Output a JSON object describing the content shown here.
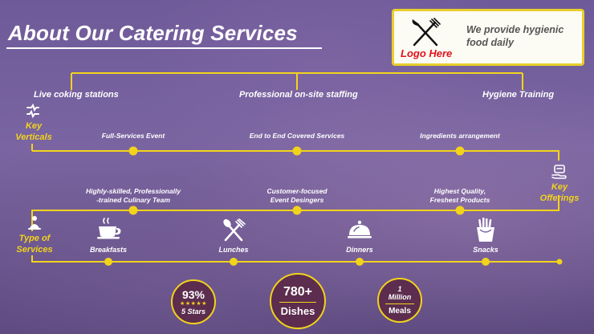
{
  "title": "About Our Catering Services",
  "logo": {
    "text": "Logo Here",
    "tagline": "We provide hygienic food daily",
    "icon": "fork-knife-icon"
  },
  "colors": {
    "accent": "#f2d31b",
    "logo_text": "#e0131c",
    "badge_fill": "#5c2d4e",
    "background": "#6f5a99"
  },
  "top_branches": [
    "Live coking stations",
    "Professional on-site staffing",
    "Hygiene Training"
  ],
  "key_verticals": {
    "label_line1": "Key",
    "label_line2": "Verticals",
    "icon": "sliders-icon"
  },
  "verticals": [
    "Full-Services Event",
    "End to End Covered Services",
    "Ingredients arrangement"
  ],
  "key_offerings": {
    "label_line1": "Key",
    "label_line2": "Offerings",
    "icon": "serving-hand-icon"
  },
  "offerings": [
    {
      "line1": "Highly-skilled, Professionally",
      "line2": "-trained Culinary Team"
    },
    {
      "line1": "Customer-focused",
      "line2": "Event Desingers"
    },
    {
      "line1": "Highest Quality,",
      "line2": "Freshest Products"
    }
  ],
  "type_of_services": {
    "label_line1": "Type of",
    "label_line2": "Services",
    "icon": "waiter-icon"
  },
  "services": [
    {
      "label": "Breakfasts",
      "icon": "coffee-cup-icon"
    },
    {
      "label": "Lunches",
      "icon": "fork-spoon-icon"
    },
    {
      "label": "Dinners",
      "icon": "cloche-icon"
    },
    {
      "label": "Snacks",
      "icon": "fries-icon"
    }
  ],
  "stats": [
    {
      "value": "93%",
      "stars": "★★★★★",
      "sub": "5 Stars"
    },
    {
      "value": "780+",
      "sub": "Dishes"
    },
    {
      "value_line1": "1",
      "value_line2": "Million",
      "sub": "Meals"
    }
  ]
}
